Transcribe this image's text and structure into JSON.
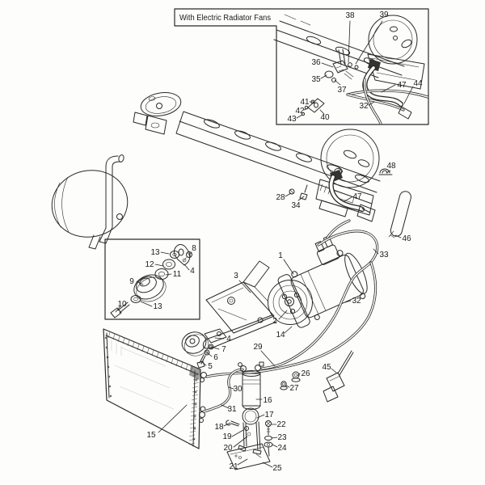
{
  "figure": {
    "type": "exploded-parts-diagram",
    "subject": "air conditioning compressor, condenser and hose assembly",
    "paper_color": "#fdfdfb",
    "ink_color": "#2a2a2a"
  },
  "inset": {
    "title": "With Electric Radiator Fans"
  },
  "callouts": {
    "i38": "38",
    "i39": "39",
    "i36": "36",
    "i35": "35",
    "i37": "37",
    "i41": "41",
    "i42": "42",
    "i43": "43",
    "i40": "40",
    "i47": "47",
    "i44": "44",
    "i32": "32",
    "b13a": "13",
    "b8": "8",
    "b12": "12",
    "b11": "11",
    "b4": "4",
    "b9": "9",
    "b10": "10",
    "b13b": "13",
    "m48": "48",
    "m28": "28",
    "m34": "34",
    "m47": "47",
    "m46": "46",
    "m33": "33",
    "m1": "1",
    "m3": "3",
    "m2": "2",
    "m14": "14",
    "m32": "32",
    "m29": "29",
    "m4": "4",
    "m7": "7",
    "m6": "6",
    "m5": "5",
    "m15": "15",
    "m30": "30",
    "m31": "31",
    "m16": "16",
    "m26": "26",
    "m27": "27",
    "m45": "45",
    "m17": "17",
    "m18": "18",
    "m22": "22",
    "m19": "19",
    "m23": "23",
    "m20": "20",
    "m24": "24",
    "m21": "21",
    "m25": "25"
  }
}
